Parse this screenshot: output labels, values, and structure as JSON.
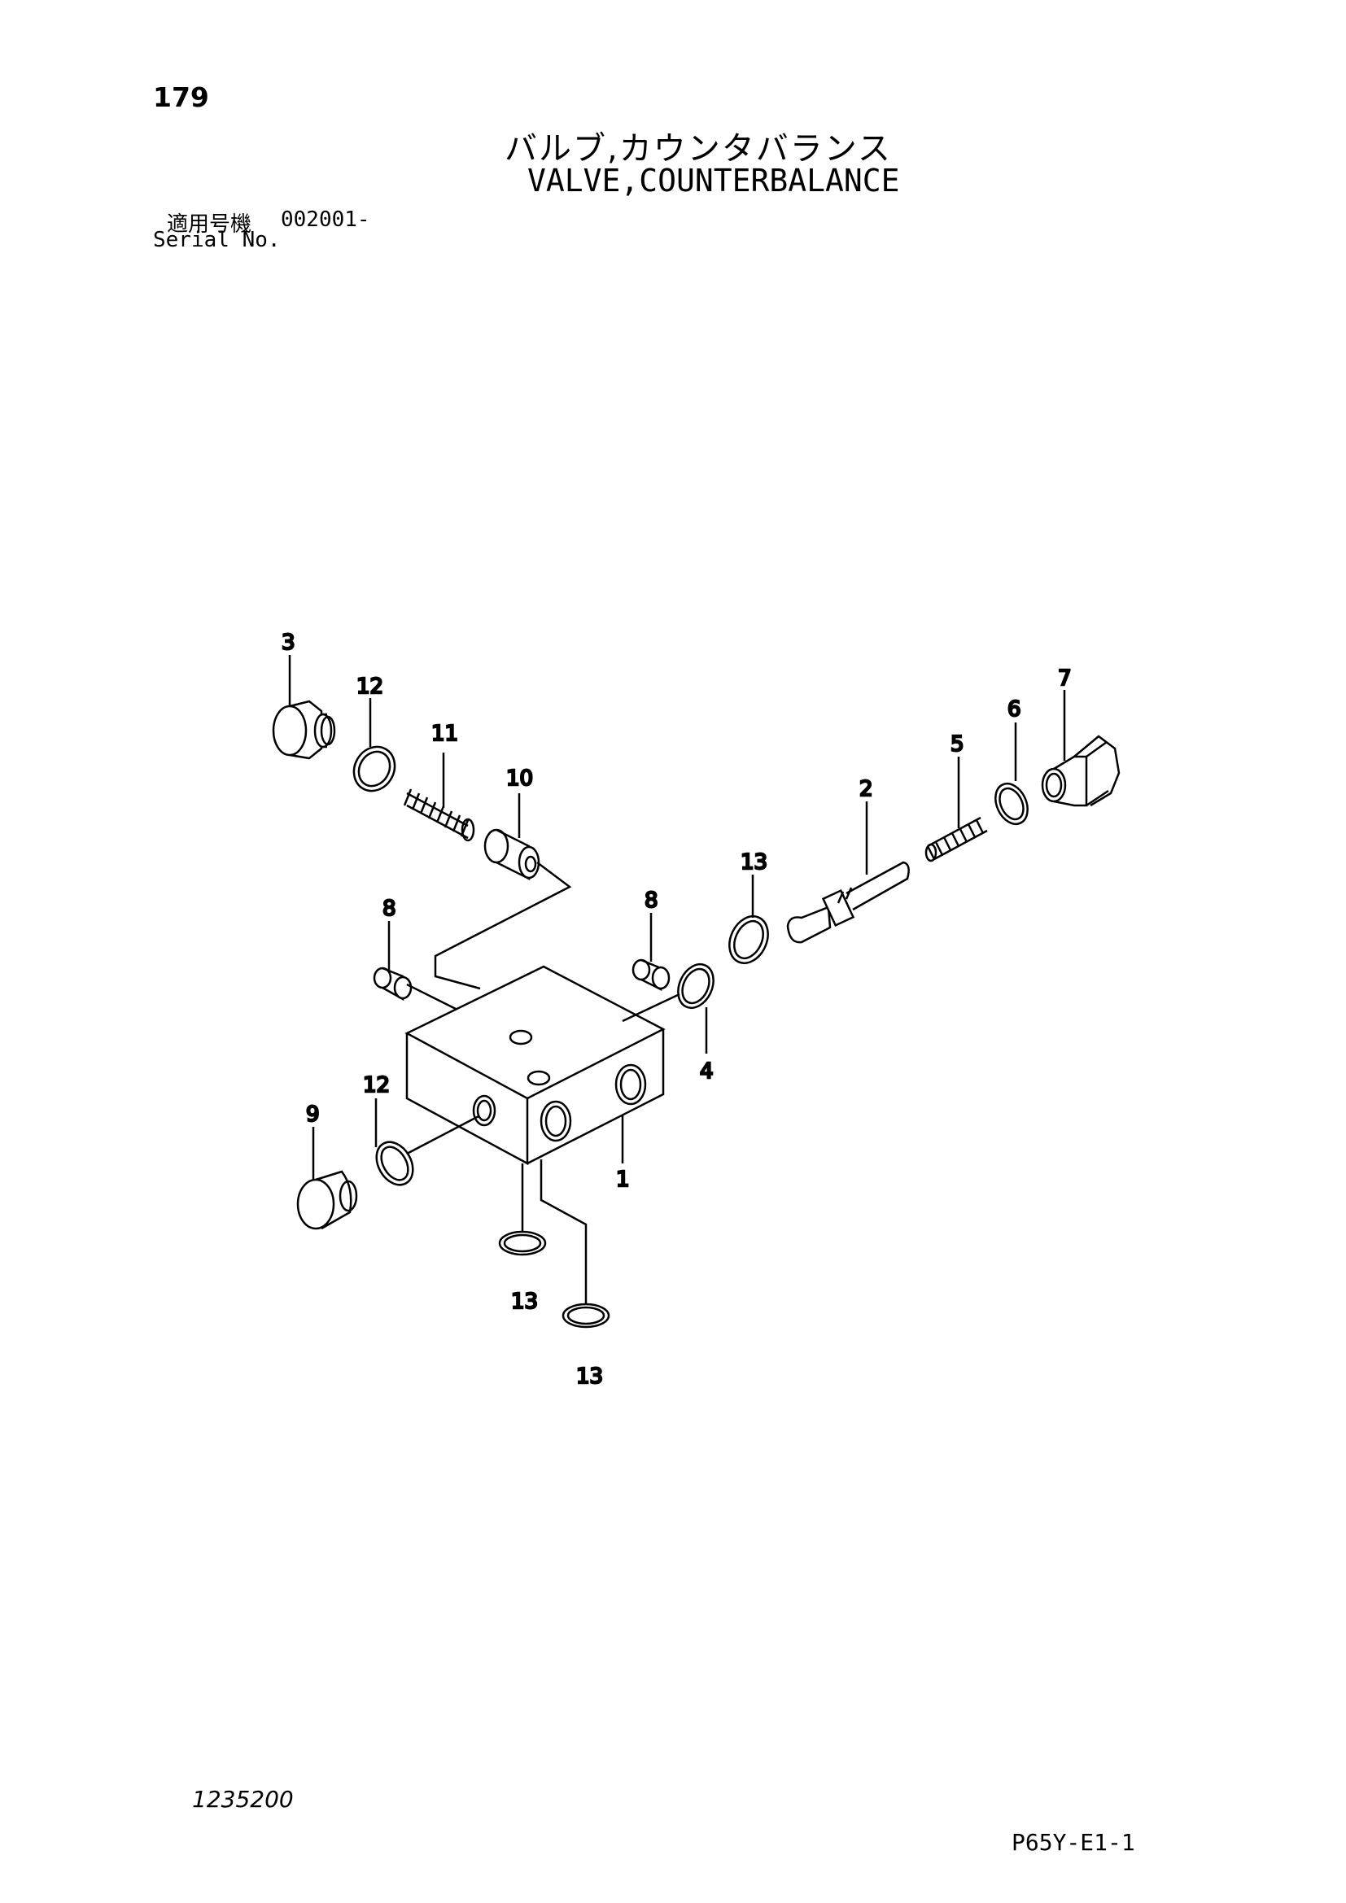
{
  "header": {
    "page_number": "179",
    "title_jp": "バルブ,カウンタバランス",
    "title_en": "VALVE,COUNTERBALANCE",
    "serial_label_jp": "適用号機",
    "serial_value": "002001-",
    "serial_label_en": "Serial No."
  },
  "footer": {
    "drawing_number": "1235200",
    "sheet_code": "P65Y-E1-1"
  },
  "callouts": [
    "3",
    "12",
    "11",
    "10",
    "8",
    "8",
    "13",
    "2",
    "5",
    "6",
    "7",
    "4",
    "12",
    "9",
    "1",
    "13",
    "13"
  ]
}
